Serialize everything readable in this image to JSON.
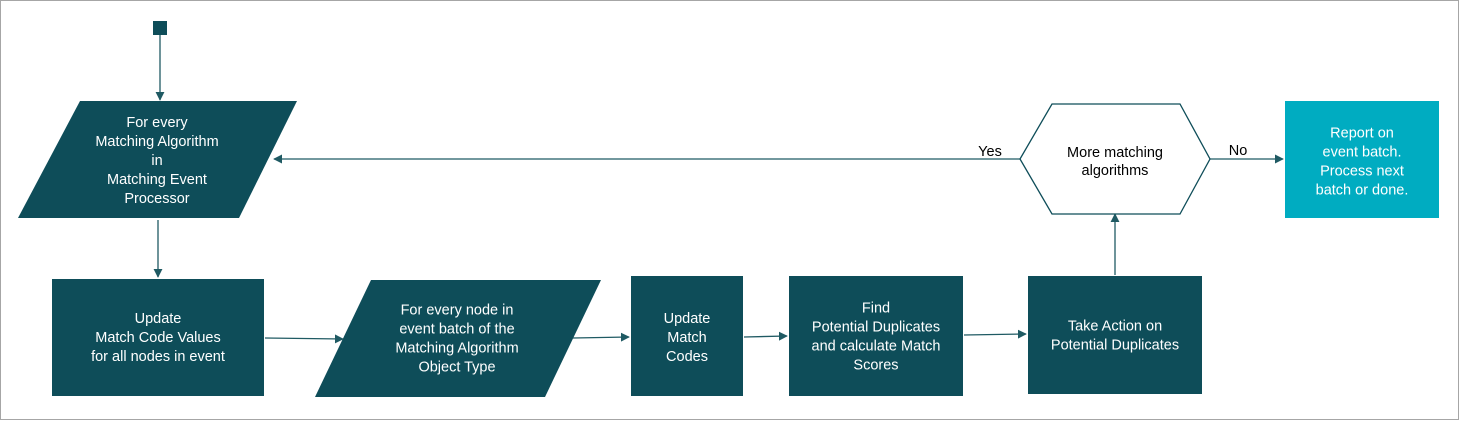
{
  "diagram": {
    "colors": {
      "process": "#0e4d59",
      "terminal": "#00acc1",
      "decision_fill": "#ffffff",
      "decision_stroke": "#0e4d59",
      "edge": "#1f5a63",
      "start_marker": "#0e4d59"
    },
    "nodes": {
      "for_every_algorithm": {
        "shape": "parallelogram",
        "lines": [
          "For every",
          "Matching Algorithm",
          "in",
          "Matching Event",
          "Processor"
        ]
      },
      "update_match_code_values": {
        "shape": "rectangle",
        "lines": [
          "Update",
          "Match Code Values",
          "for all nodes in event"
        ]
      },
      "for_every_node": {
        "shape": "parallelogram",
        "lines": [
          "For every node in",
          "event batch of the",
          "Matching Algorithm",
          "Object Type"
        ]
      },
      "update_match_codes": {
        "shape": "rectangle",
        "lines": [
          "Update",
          "Match",
          "Codes"
        ]
      },
      "find_duplicates": {
        "shape": "rectangle",
        "lines": [
          "Find",
          "Potential Duplicates",
          "and calculate Match",
          "Scores"
        ]
      },
      "take_action": {
        "shape": "rectangle",
        "lines": [
          "Take Action on",
          "Potential Duplicates"
        ]
      },
      "more_algorithms": {
        "shape": "hexagon",
        "lines": [
          "More matching",
          "algorithms"
        ]
      },
      "report": {
        "shape": "rectangle",
        "lines": [
          "Report on",
          "event batch.",
          "Process next",
          "batch or done."
        ]
      }
    },
    "edges": [
      {
        "from": "start",
        "to": "for_every_algorithm",
        "label": ""
      },
      {
        "from": "for_every_algorithm",
        "to": "update_match_code_values",
        "label": ""
      },
      {
        "from": "update_match_code_values",
        "to": "for_every_node",
        "label": ""
      },
      {
        "from": "for_every_node",
        "to": "update_match_codes",
        "label": ""
      },
      {
        "from": "update_match_codes",
        "to": "find_duplicates",
        "label": ""
      },
      {
        "from": "find_duplicates",
        "to": "take_action",
        "label": ""
      },
      {
        "from": "take_action",
        "to": "more_algorithms",
        "label": ""
      },
      {
        "from": "more_algorithms",
        "to": "for_every_algorithm",
        "label": "Yes"
      },
      {
        "from": "more_algorithms",
        "to": "report",
        "label": "No"
      }
    ]
  }
}
